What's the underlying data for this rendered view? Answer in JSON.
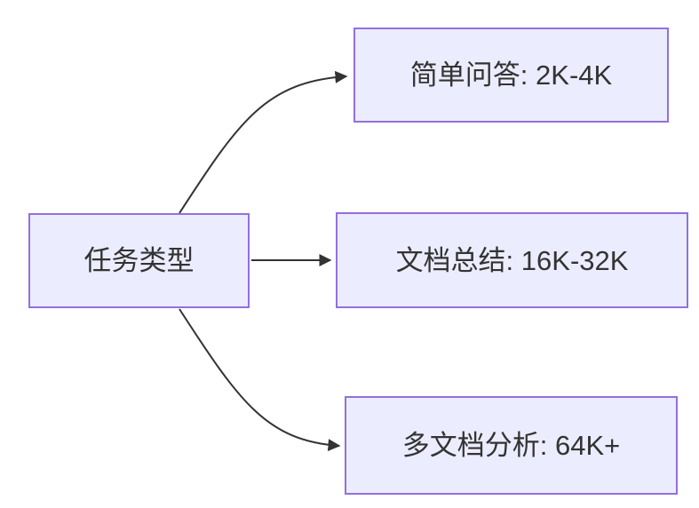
{
  "diagram": {
    "type": "flowchart-LR",
    "root": {
      "id": "task-type",
      "label": "任务类型"
    },
    "nodes": [
      {
        "id": "simple-qa",
        "label": "简单问答: 2K-4K"
      },
      {
        "id": "doc-summary",
        "label": "文档总结: 16K-32K"
      },
      {
        "id": "multi-doc",
        "label": "多文档分析: 64K+"
      }
    ],
    "edges": [
      {
        "from": "task-type",
        "to": "simple-qa"
      },
      {
        "from": "task-type",
        "to": "doc-summary"
      },
      {
        "from": "task-type",
        "to": "multi-doc"
      }
    ],
    "colors": {
      "node_fill": "#ECECFF",
      "node_border": "#9370DB",
      "edge_stroke": "#333333",
      "text": "#333333",
      "background": "#FFFFFF"
    }
  }
}
